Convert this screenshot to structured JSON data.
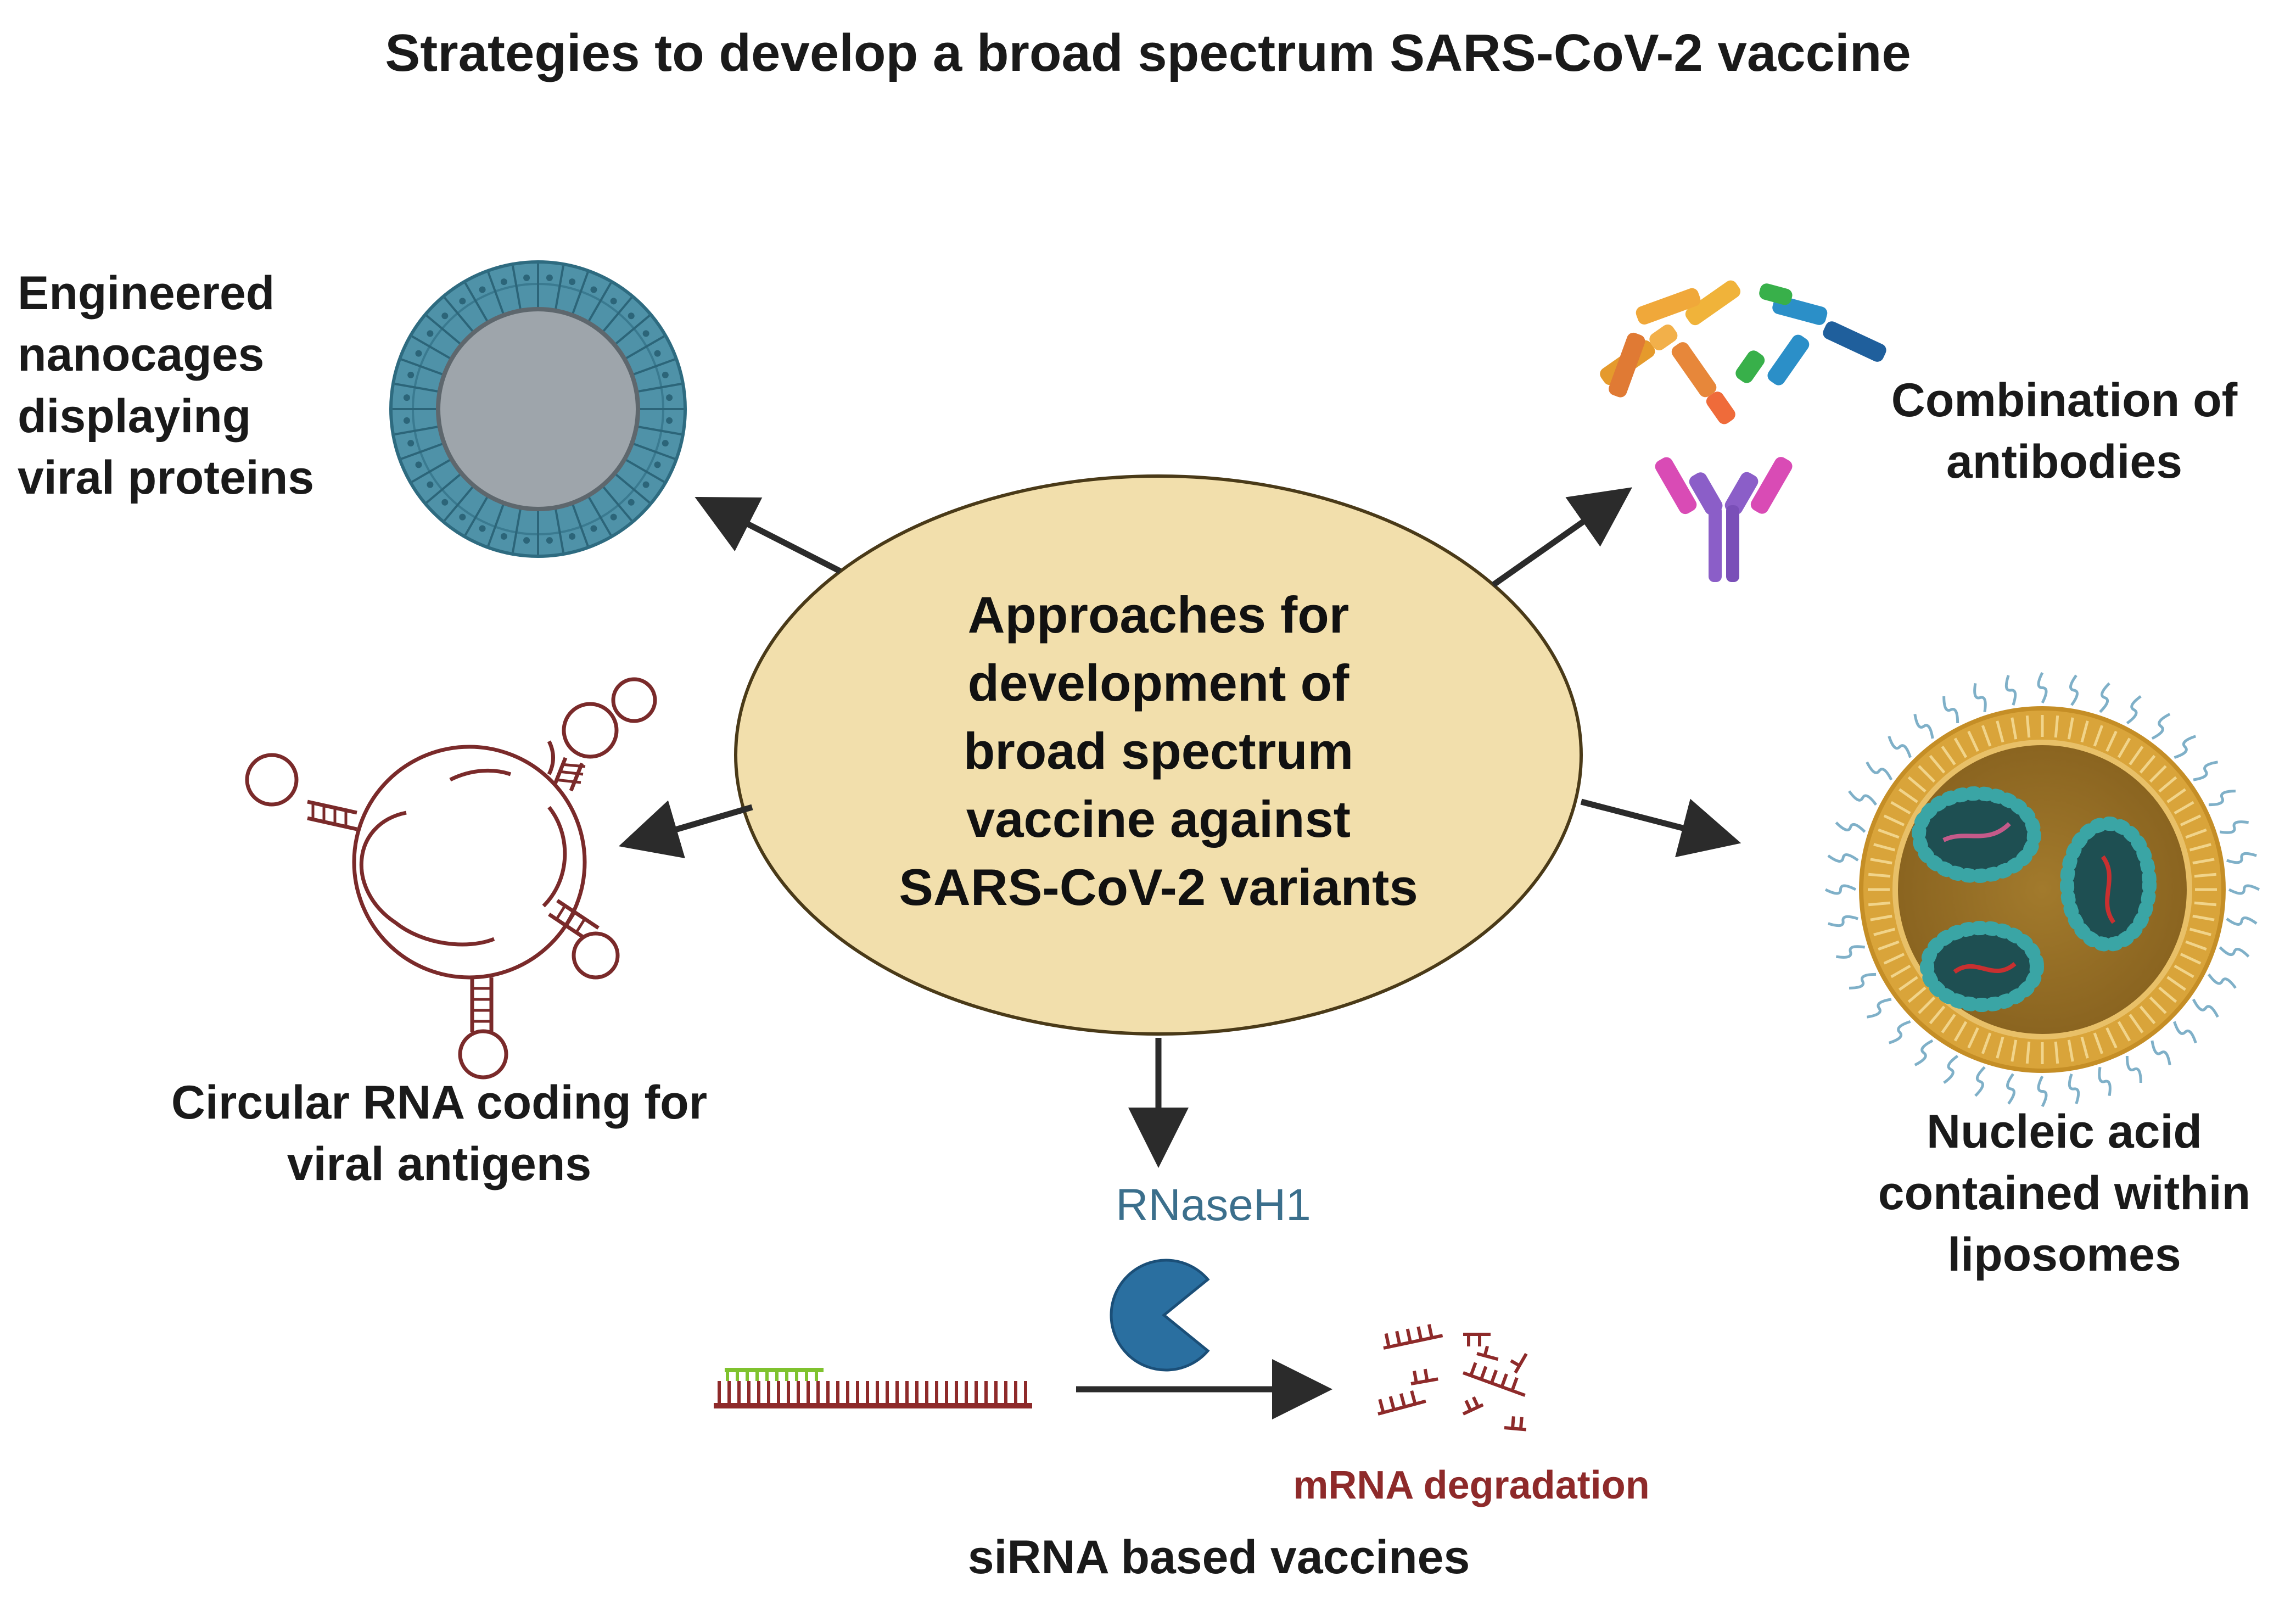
{
  "title": "Strategies to develop a broad spectrum SARS-CoV-2 vaccine",
  "center": {
    "lines": [
      "Approaches for",
      "development of",
      "broad spectrum",
      "vaccine against",
      "SARS-CoV-2 variants"
    ]
  },
  "labels": {
    "nanocages": [
      "Engineered",
      "nanocages",
      "displaying",
      "viral proteins"
    ],
    "antibodies": [
      "Combination of",
      "antibodies"
    ],
    "circular_rna": [
      "Circular RNA coding for",
      "viral antigens"
    ],
    "liposomes": [
      "Nucleic acid",
      "contained within",
      "liposomes"
    ],
    "rnaseh1": "RNaseH1",
    "mrna_degradation": "mRNA degradation",
    "sirna": "siRNA based vaccines"
  },
  "colors": {
    "ellipse_fill": "#f2dfac",
    "ellipse_stroke": "#4a3a18",
    "arrow": "#2b2b2b",
    "nanocage_outer": "#4f92a8",
    "nanocage_core": "#9ea5ab",
    "rna": "#7a2a2a",
    "rnaseh1": "#2a6fa0",
    "sirna_green": "#7fc22e",
    "degradation": "#8e2a2a",
    "liposome_shell": "#d9a43a",
    "liposome_inner": "#9a7228",
    "liposome_particle": "#3aa5a5"
  },
  "icons": [
    "nanocage-icon",
    "antibody-group-icon",
    "circular-rna-icon",
    "liposome-icon",
    "rnaseh1-pacman-icon",
    "sirna-duplex-icon",
    "mrna-fragments-icon"
  ]
}
